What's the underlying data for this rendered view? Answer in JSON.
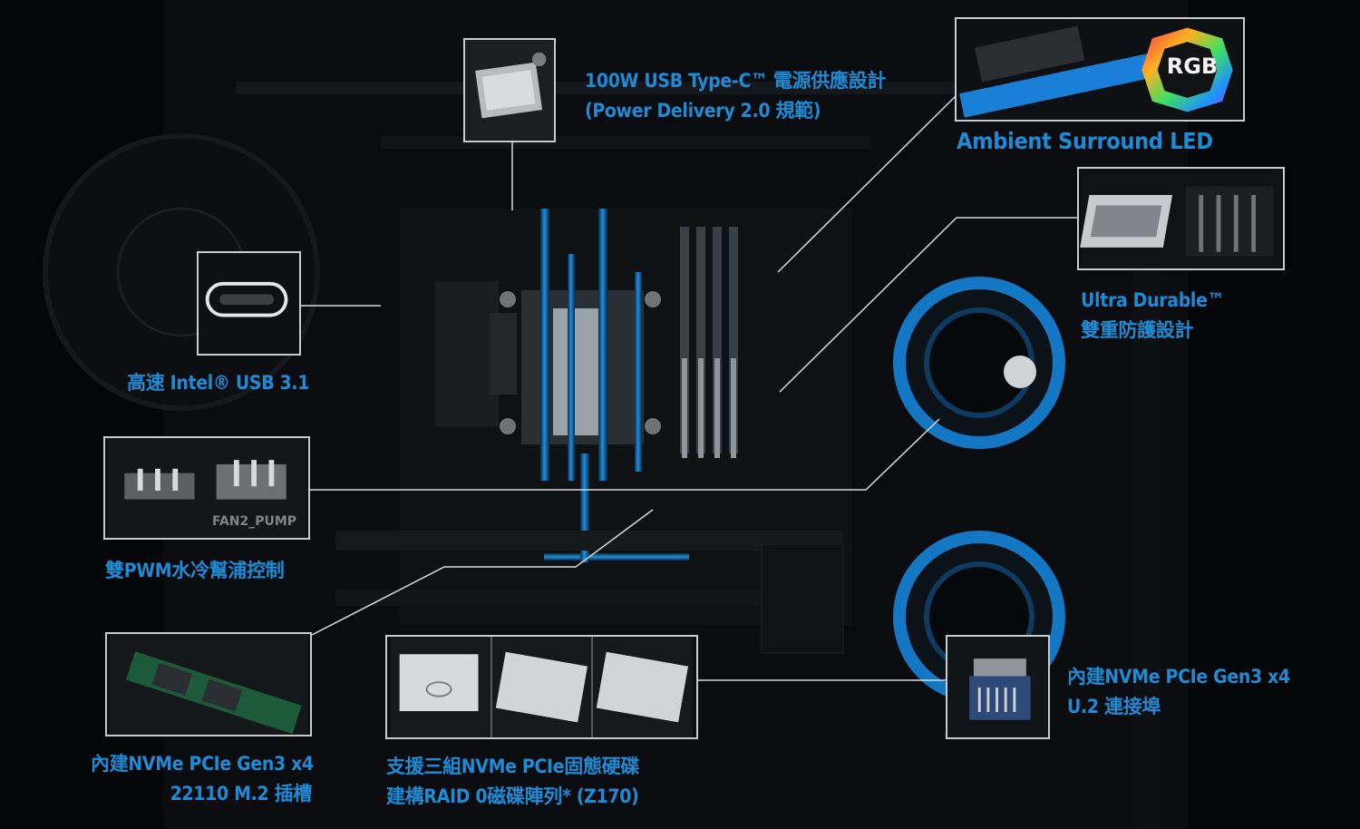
{
  "features": {
    "usb_type_c": {
      "line1": "100W USB Type-C™ 電源供應設計",
      "line2": "(Power Delivery 2.0 規範)"
    },
    "rgb": {
      "label": "Ambient Surround LED",
      "badge": "RGB"
    },
    "usb31": {
      "label": "高速 Intel® USB 3.1"
    },
    "ultra_durable": {
      "line1": "Ultra Durable™",
      "line2": "雙重防護設計"
    },
    "pwm_pump": {
      "label": "雙PWM水冷幫浦控制",
      "header_text": "FAN2_PUMP"
    },
    "m2": {
      "line1": "內建NVMe PCIe Gen3 x4",
      "line2": "22110 M.2 插槽"
    },
    "raid": {
      "line1": "支援三組NVMe PCIe固態硬碟",
      "line2": "建構RAID 0磁碟陣列* (Z170)"
    },
    "u2": {
      "line1": "內建NVMe PCIe Gen3 x4",
      "line2": "U.2 連接埠"
    }
  },
  "colors": {
    "accent": "#1e8bd6",
    "frame": "#c8ccd0",
    "line": "#d8dadc",
    "background": "#050607"
  }
}
